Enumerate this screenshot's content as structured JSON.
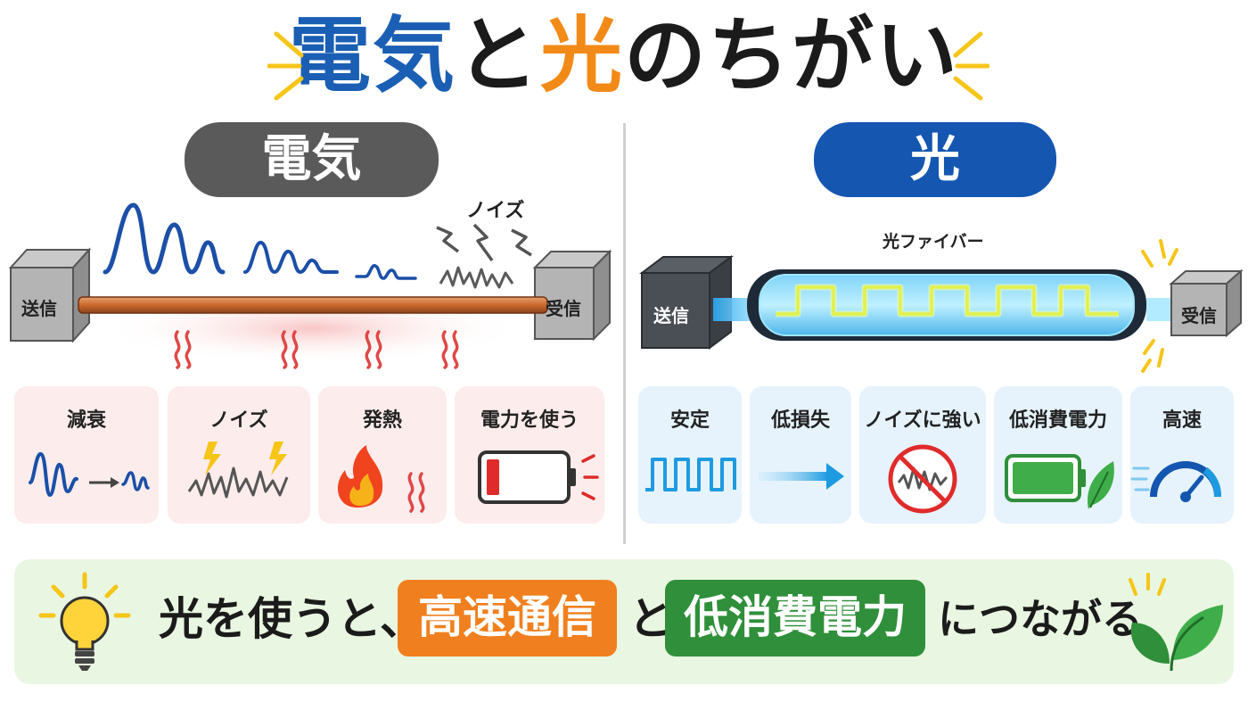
{
  "title": {
    "part1": "電気",
    "part2": "と",
    "part3": "光",
    "part4": "のちがい"
  },
  "electric": {
    "header": "電気",
    "send_label": "送信",
    "receive_label": "受信",
    "noise_label": "ノイズ",
    "cards": [
      {
        "label": "減衰"
      },
      {
        "label": "ノイズ"
      },
      {
        "label": "発熱"
      },
      {
        "label": "電力を使う"
      }
    ]
  },
  "optical": {
    "header": "光",
    "send_label": "送信",
    "receive_label": "受信",
    "fiber_label": "光ファイバー",
    "cards": [
      {
        "label": "安定"
      },
      {
        "label": "低損失"
      },
      {
        "label": "ノイズに強い"
      },
      {
        "label": "低消費電力"
      },
      {
        "label": "高速"
      }
    ]
  },
  "bottom": {
    "text1": "光を使うと、",
    "highlight1": "高速通信",
    "text2": "と",
    "highlight2": "低消費電力",
    "text3": "につながる"
  },
  "colors": {
    "blue": "#1a5fb4",
    "orange": "#f28a17",
    "electric_gray": "#5a5a5a",
    "optical_blue": "#1456b0",
    "green": "#2f8f3a"
  }
}
